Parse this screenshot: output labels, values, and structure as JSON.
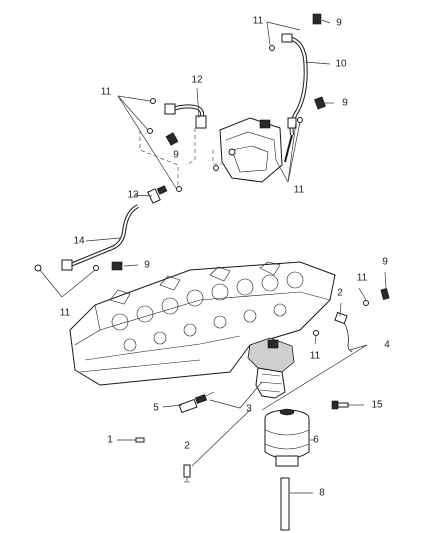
{
  "diagram": {
    "callouts": [
      {
        "key": "c9a",
        "text": "9"
      },
      {
        "key": "c11a",
        "text": "11"
      },
      {
        "key": "c10",
        "text": "10"
      },
      {
        "key": "c9b",
        "text": "9"
      },
      {
        "key": "c11b",
        "text": "11"
      },
      {
        "key": "c12",
        "text": "12"
      },
      {
        "key": "c9c",
        "text": "9"
      },
      {
        "key": "c11c",
        "text": "11"
      },
      {
        "key": "c13",
        "text": "13"
      },
      {
        "key": "c14",
        "text": "14"
      },
      {
        "key": "c9d",
        "text": "9"
      },
      {
        "key": "c11d",
        "text": "11"
      },
      {
        "key": "c9e",
        "text": "9"
      },
      {
        "key": "c11e",
        "text": "11"
      },
      {
        "key": "c2a",
        "text": "2"
      },
      {
        "key": "c4",
        "text": "4"
      },
      {
        "key": "c11f",
        "text": "11"
      },
      {
        "key": "c5",
        "text": "5"
      },
      {
        "key": "c3",
        "text": "3"
      },
      {
        "key": "c15",
        "text": "15"
      },
      {
        "key": "c1",
        "text": "1"
      },
      {
        "key": "c6",
        "text": "6"
      },
      {
        "key": "c2b",
        "text": "2"
      },
      {
        "key": "c8",
        "text": "8"
      }
    ]
  }
}
